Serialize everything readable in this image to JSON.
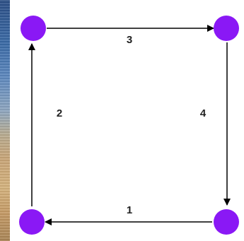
{
  "diagram": {
    "node_color": "#8a18f5",
    "edge_color": "#000000",
    "nodes": [
      "top-left",
      "top-right",
      "bottom-right",
      "bottom-left"
    ],
    "edges": [
      {
        "from": "bottom-right",
        "to": "bottom-left",
        "label": "1"
      },
      {
        "from": "bottom-left",
        "to": "top-left",
        "label": "2"
      },
      {
        "from": "top-left",
        "to": "top-right",
        "label": "3"
      },
      {
        "from": "top-right",
        "to": "bottom-right",
        "label": "4"
      }
    ]
  }
}
